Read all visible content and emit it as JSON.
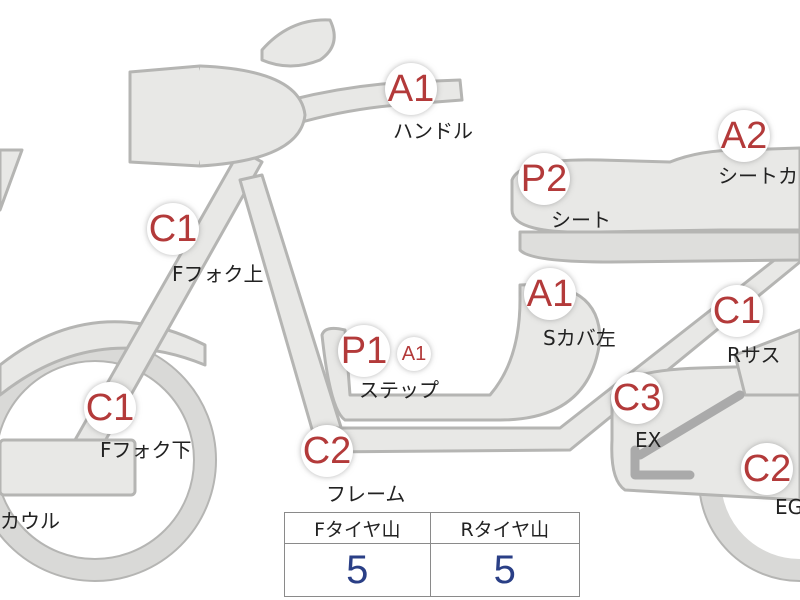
{
  "colors": {
    "body_fill": "#e8e8e6",
    "body_stroke": "#b5b5b3",
    "badge_text": "#b33a3a",
    "value_text": "#2a3f86"
  },
  "badges": [
    {
      "id": "handle",
      "code": "A1",
      "label": "ハンドル"
    },
    {
      "id": "seat-cowl",
      "code": "A2",
      "label": "シートカ"
    },
    {
      "id": "seat",
      "code": "P2",
      "label": "シート"
    },
    {
      "id": "ffork-upper",
      "code": "C1",
      "label": "Fフォク上"
    },
    {
      "id": "s-cover-left",
      "code": "A1",
      "label": "Sカバ左"
    },
    {
      "id": "r-suspension",
      "code": "C1",
      "label": "Rサス"
    },
    {
      "id": "step",
      "code": "P1",
      "code2": "A1",
      "label": "ステップ"
    },
    {
      "id": "exhaust",
      "code": "C3",
      "label": "EX"
    },
    {
      "id": "ffork-lower",
      "code": "C1",
      "label": "Fフォク下"
    },
    {
      "id": "frame",
      "code": "C2",
      "label": "フレーム"
    },
    {
      "id": "engine",
      "code": "C2",
      "label": "EG"
    },
    {
      "id": "cowl",
      "label": "カウル"
    }
  ],
  "tire_table": {
    "headers": [
      "Fタイヤ山",
      "Rタイヤ山"
    ],
    "values": [
      "5",
      "5"
    ]
  }
}
